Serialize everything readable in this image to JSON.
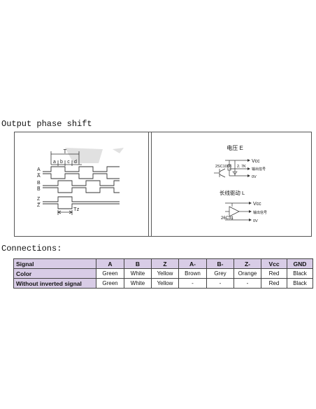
{
  "headings": {
    "output_phase_shift": "Output phase shift",
    "connections": "Connections:"
  },
  "timing_diagram": {
    "period_label": "T",
    "segment_labels": [
      "a",
      "b",
      "c",
      "d"
    ],
    "signal_labels": [
      "A",
      "A̅",
      "B",
      "B̅",
      "Z",
      "Z̅"
    ],
    "index_label": "Tz"
  },
  "circuit_voltage": {
    "title": "电压 E",
    "vcc": "Vcc",
    "transistor": "2SC1008",
    "resistor": "2. 7K",
    "output": "输出信号",
    "ground": "0V"
  },
  "circuit_line_driver": {
    "title": "长线驱动 L",
    "vcc": "Vcc",
    "output": "输出信号",
    "ic": "26C31",
    "ground": "0V"
  },
  "connections_table": {
    "headers": [
      "Signal",
      "A",
      "B",
      "Z",
      "A-",
      "B-",
      "Z-",
      "Vcc",
      "GND"
    ],
    "rows": [
      [
        "Color",
        "Green",
        "White",
        "Yellow",
        "Brown",
        "Grey",
        "Orange",
        "Red",
        "Black"
      ],
      [
        "Without inverted signal",
        "Green",
        "White",
        "Yellow",
        "-",
        "-",
        "-",
        "Red",
        "Black"
      ]
    ],
    "header_color": "#d8cce6"
  }
}
